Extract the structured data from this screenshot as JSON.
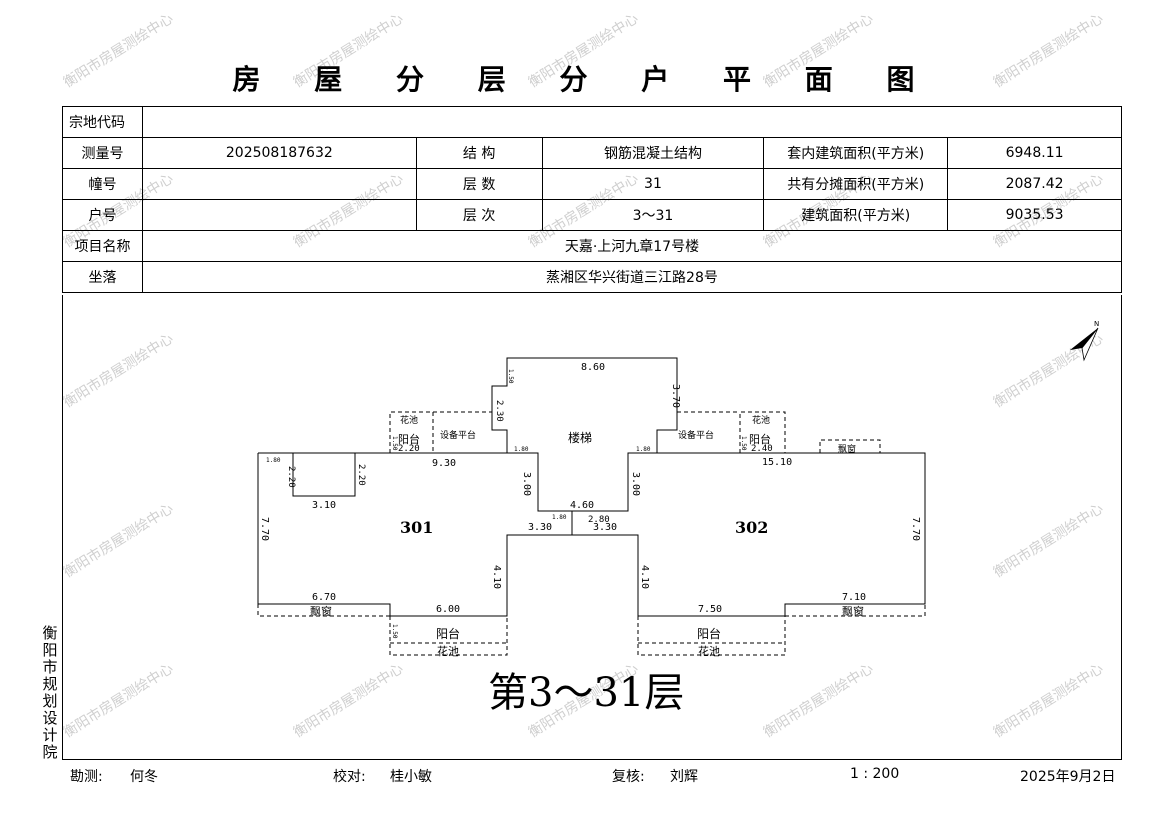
{
  "title": "房 屋 分 层 分 户 平 面 图",
  "watermark": "衡阳市房屋测绘中心",
  "table": {
    "rows": [
      {
        "l1": "宗地代码",
        "v1": ""
      },
      {
        "l1": "测量号",
        "v1": "202508187632",
        "l2": "结  构",
        "v2": "钢筋混凝土结构",
        "l3": "套内建筑面积(平方米)",
        "v3": "6948.11"
      },
      {
        "l1": "幢号",
        "v1": "",
        "l2": "层  数",
        "v2": "31",
        "l3": "共有分摊面积(平方米)",
        "v3": "2087.42"
      },
      {
        "l1": "户号",
        "v1": "",
        "l2": "层  次",
        "v2": "3～31",
        "l3": "建筑面积(平方米)",
        "v3": "9035.53"
      },
      {
        "l1": "项目名称",
        "v1": "天嘉·上河九章17号楼"
      },
      {
        "l1": "坐落",
        "v1": "蒸湘区华兴街道三江路28号"
      }
    ]
  },
  "plan": {
    "unit_301": "301",
    "unit_302": "302",
    "stair": "楼梯",
    "balcony": "阳台",
    "platform": "设备平台",
    "bay": "飘窗",
    "planter": "花池",
    "floor_label": "第3～31层",
    "dims": [
      "8.60",
      "3.70",
      "2.30",
      "9.30",
      "2.20",
      "2.20",
      "3.10",
      "7.70",
      "3.00",
      "4.60",
      "3.00",
      "15.10",
      "7.70",
      "3.30",
      "3.30",
      "2.80",
      "4.10",
      "4.10",
      "6.70",
      "6.00",
      "7.50",
      "7.10",
      "2.20",
      "2.40",
      "1.80",
      "1.80",
      "1.80",
      "1.80",
      "1.50",
      "1.50",
      "1.50",
      "1.50"
    ]
  },
  "org": "衡阳市规划设计院",
  "footer": {
    "survey_label": "勘测:",
    "survey_name": "何冬",
    "check_label": "校对:",
    "check_name": "桂小敏",
    "review_label": "复核:",
    "review_name": "刘辉",
    "scale": "1 : 200",
    "date": "2025年9月2日"
  }
}
